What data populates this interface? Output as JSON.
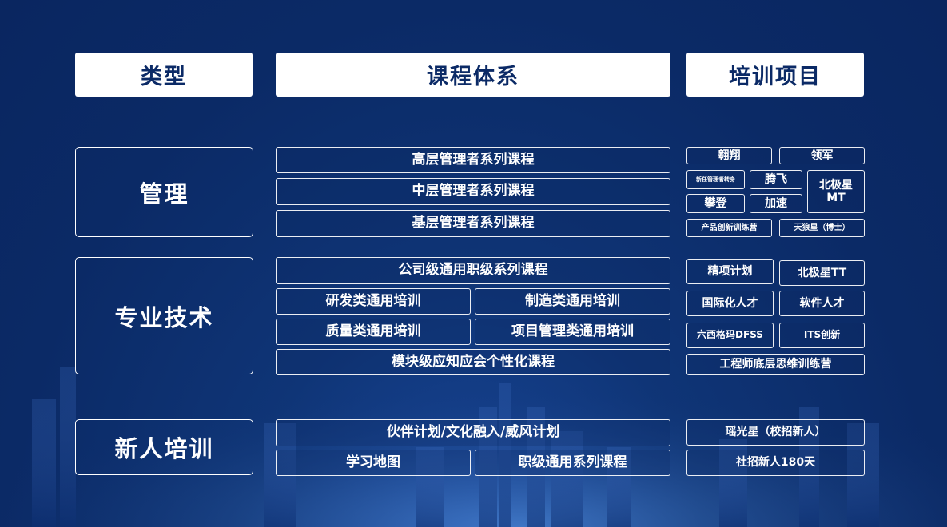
{
  "headers": {
    "type": "类型",
    "system": "课程体系",
    "projects": "培训项目"
  },
  "categories": {
    "management": "管理",
    "professional": "专业技术",
    "newcomer": "新人培训"
  },
  "management": {
    "courses": [
      "高层管理者系列课程",
      "中层管理者系列课程",
      "基层管理者系列课程"
    ],
    "projects": {
      "p1": "翱翔",
      "p2": "领军",
      "p3": "新任管理者转身",
      "p4": "腾飞",
      "p5_line1": "北极星",
      "p5_line2": "MT",
      "p6": "攀登",
      "p7": "加速",
      "p8": "产品创新训练营",
      "p9": "天狼星（博士）"
    }
  },
  "professional": {
    "courses": {
      "c1": "公司级通用职级系列课程",
      "c2": "研发类通用培训",
      "c3": "制造类通用培训",
      "c4": "质量类通用培训",
      "c5": "项目管理类通用培训",
      "c6": "模块级应知应会个性化课程"
    },
    "projects": {
      "p1": "精项计划",
      "p2": "北极星TT",
      "p3": "国际化人才",
      "p4": "软件人才",
      "p5": "六西格玛DFSS",
      "p6": "ITS创新",
      "p7": "工程师底层思维训练营"
    }
  },
  "newcomer": {
    "courses": {
      "c1": "伙伴计划/文化融入/威风计划",
      "c2": "学习地图",
      "c3": "职级通用系列课程"
    },
    "projects": {
      "p1": "瑶光星（校招新人）",
      "p2": "社招新人180天"
    }
  },
  "colors": {
    "background": "#0b2a66",
    "header_text": "#0b2a66",
    "accent": "#1b4aa0"
  }
}
